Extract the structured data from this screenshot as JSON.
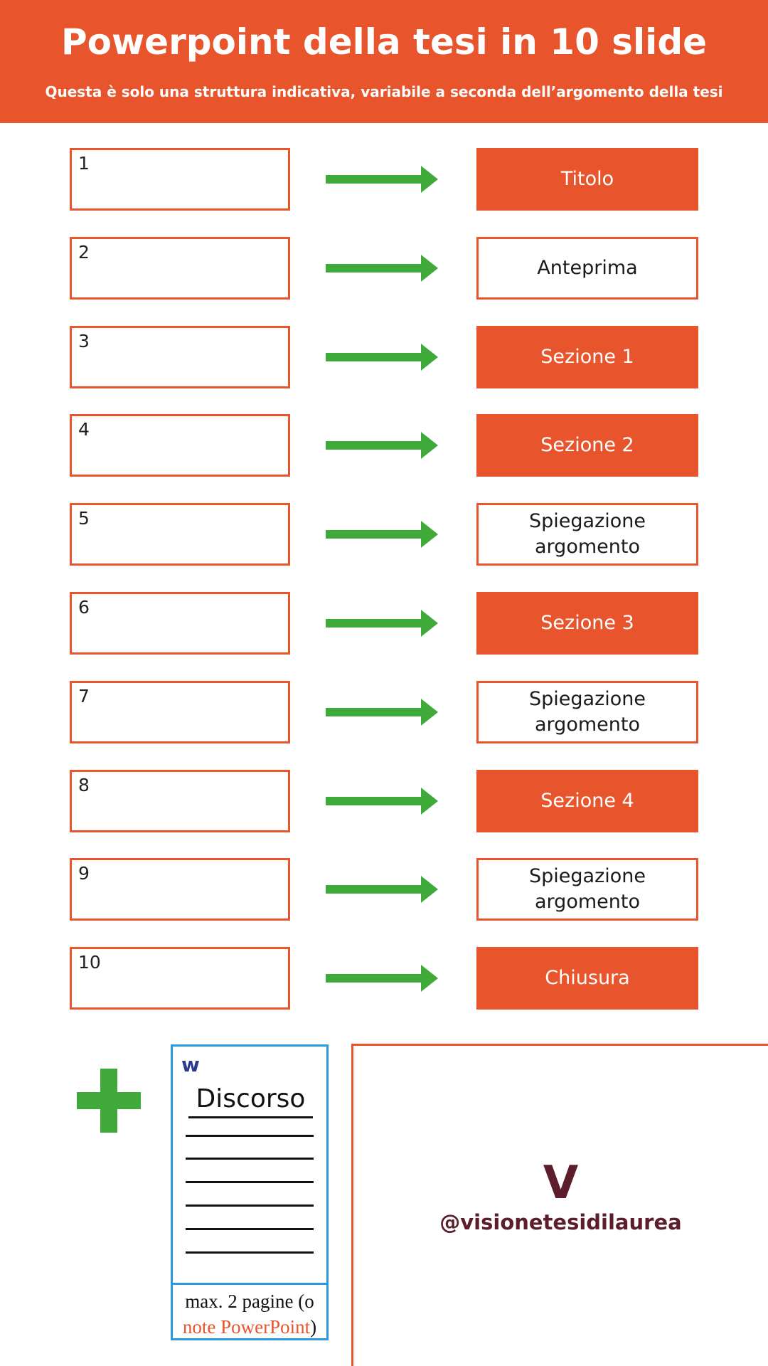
{
  "header": {
    "title": "Powerpoint della tesi in 10 slide",
    "subtitle": "Questa è solo una struttura indicativa, variabile a seconda dell’argomento della tesi"
  },
  "colors": {
    "accent": "#e8552c",
    "arrow": "#3faa3a",
    "doc_border": "#2a9ae0",
    "logo": "#5c1e2c"
  },
  "slides": [
    {
      "number": "1",
      "label": "Titolo",
      "style": "filled"
    },
    {
      "number": "2",
      "label": "Anteprima",
      "style": "outline"
    },
    {
      "number": "3",
      "label": "Sezione 1",
      "style": "filled"
    },
    {
      "number": "4",
      "label": "Sezione 2",
      "style": "filled"
    },
    {
      "number": "5",
      "label": "Spiegazione\nargomento",
      "style": "outline"
    },
    {
      "number": "6",
      "label": "Sezione 3",
      "style": "filled"
    },
    {
      "number": "7",
      "label": "Spiegazione\nargomento",
      "style": "outline"
    },
    {
      "number": "8",
      "label": "Sezione 4",
      "style": "filled"
    },
    {
      "number": "9",
      "label": "Spiegazione\nargomento",
      "style": "outline"
    },
    {
      "number": "10",
      "label": "Chiusura",
      "style": "filled"
    }
  ],
  "extra": {
    "plus_icon": "plus-icon",
    "doc_icon": "w",
    "doc_title": "Discorso",
    "note_prefix": "max. 2 pagine (o",
    "note_highlight": "note PowerPoint",
    "note_suffix": ")"
  },
  "brand": {
    "logo_letter": "V",
    "handle": "@visionetesidilaurea"
  }
}
